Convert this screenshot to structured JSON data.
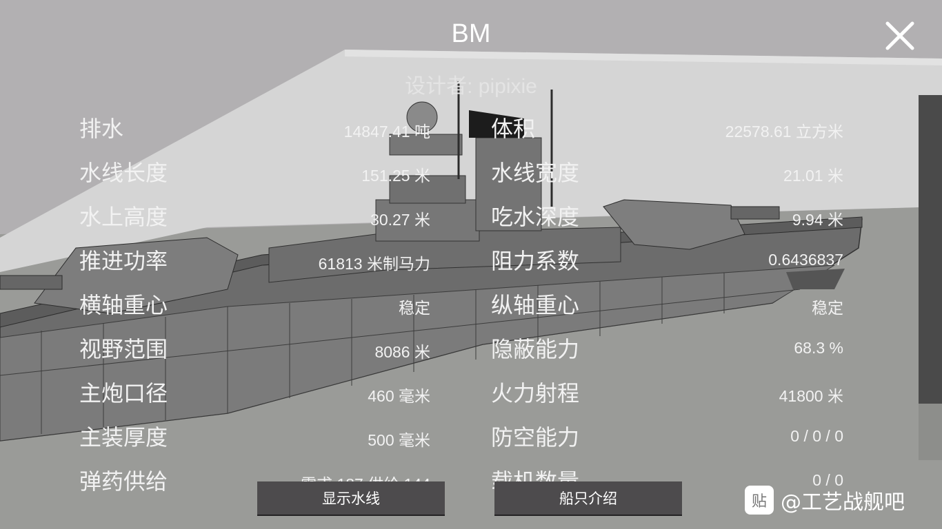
{
  "ship": {
    "name": "BM",
    "designer": "设计者: pipixie"
  },
  "stats": [
    {
      "label1": "排水",
      "value1": "14847.41 吨",
      "label2": "体积",
      "value2": "22578.61 立方米"
    },
    {
      "label1": "水线长度",
      "value1": "151.25 米",
      "label2": "水线宽度",
      "value2": "21.01 米"
    },
    {
      "label1": "水上高度",
      "value1": "30.27 米",
      "label2": "吃水深度",
      "value2": "9.94 米"
    },
    {
      "label1": "推进功率",
      "value1": "61813 米制马力",
      "label2": "阻力系数",
      "value2": "0.6436837"
    },
    {
      "label1": "横轴重心",
      "value1": "稳定",
      "label2": "纵轴重心",
      "value2": "稳定"
    },
    {
      "label1": "视野范围",
      "value1": "8086 米",
      "label2": "隐蔽能力",
      "value2": "68.3 %"
    },
    {
      "label1": "主炮口径",
      "value1": "460 毫米",
      "label2": "火力射程",
      "value2": "41800 米"
    },
    {
      "label1": "主装厚度",
      "value1": "500 毫米",
      "label2": "防空能力",
      "value2": "0 / 0 / 0"
    },
    {
      "label1": "弹药供给",
      "value1": "需求 187 供给 144",
      "label2": "载机数量",
      "value2": "0 / 0"
    }
  ],
  "buttons": {
    "show_waterline": "显示水线",
    "ship_intro": "船只介绍"
  },
  "watermark": {
    "icon_text": "贴",
    "text": "@工艺战舰吧"
  },
  "scroll": {
    "position_fraction": 0.85
  },
  "colors": {
    "background": "#9a9b98",
    "wall": "#d6d6d6",
    "hull": "#6d6d6d",
    "button": "#4d4b4d"
  },
  "icons": {
    "close": "close-x-icon"
  }
}
